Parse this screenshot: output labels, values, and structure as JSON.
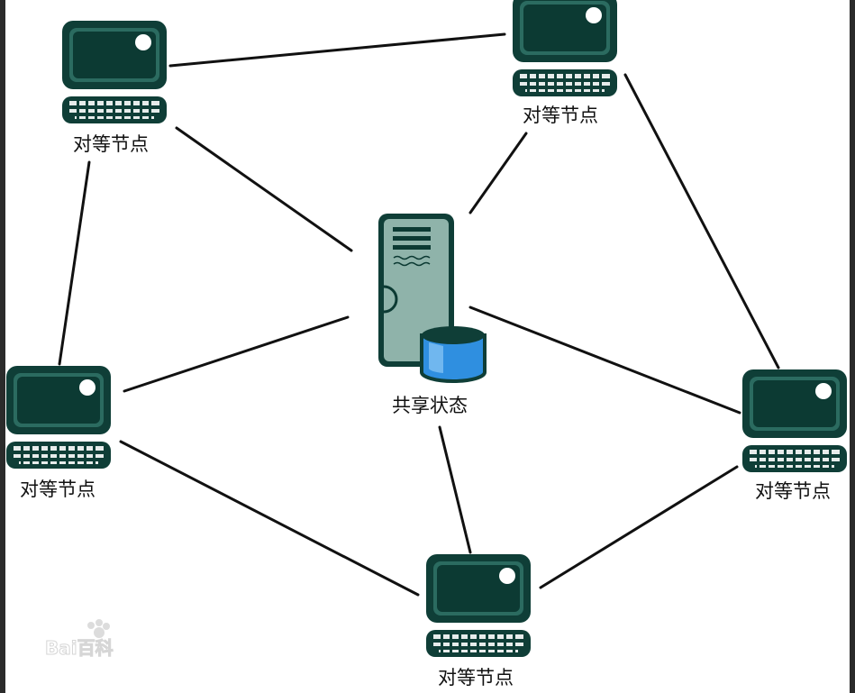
{
  "diagram": {
    "peer_label": "对等节点",
    "server_label": "共享状态",
    "watermark": "Bai百科"
  },
  "colors": {
    "monitor_body": "#0f3e37",
    "monitor_screen": "#0c3a33",
    "monitor_frame": "#2b6b60",
    "server_body": "#8fb3aa",
    "server_stripe": "#0c3a33",
    "database": "#2f8fe0",
    "database_top": "#0f3e37"
  }
}
